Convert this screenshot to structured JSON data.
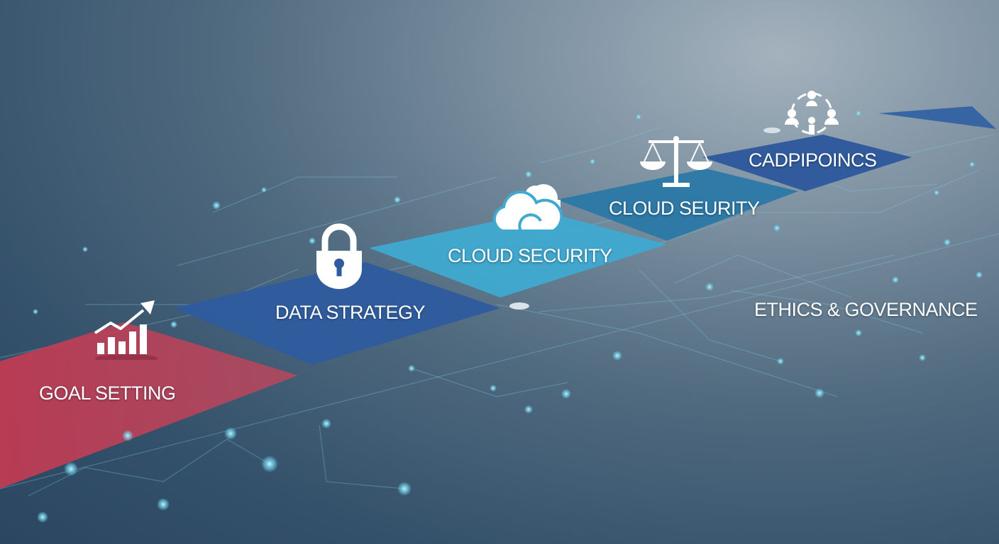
{
  "steps": [
    {
      "label": "GOAL SETTING",
      "icon": "growth-chart-icon",
      "color": "#b3455d"
    },
    {
      "label": "DATA STRATEGY",
      "icon": "padlock-icon",
      "color": "#2f5c9e"
    },
    {
      "label": "CLOUD SECURITY",
      "icon": "cloud-icon",
      "color": "#3fa9cf"
    },
    {
      "label": "CLOUD SEURITY",
      "icon": "scales-icon",
      "color": "#2a78a6"
    },
    {
      "label": "CADPIPOINCS",
      "icon": "people-network-icon",
      "color": "#2c579b"
    }
  ],
  "side_label": "ETHICS & GOVERNANCE",
  "colors": {
    "arrow": "#2f5fa3",
    "circuit": "#6fd3ec"
  }
}
